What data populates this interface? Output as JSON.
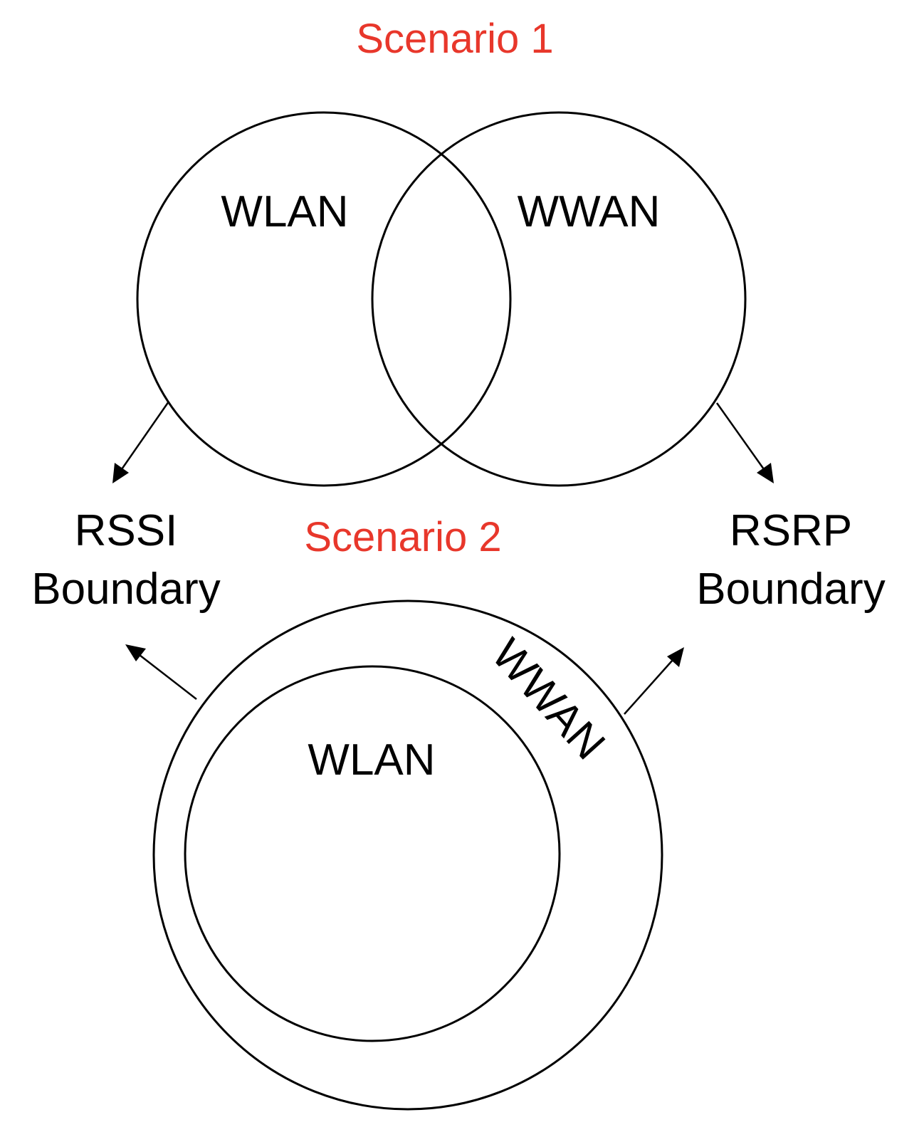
{
  "colors": {
    "scenario_title": "#e8372b",
    "stroke": "#000000",
    "text": "#000000",
    "background": "#ffffff"
  },
  "scenario1": {
    "title": "Scenario 1",
    "wlan_label": "WLAN",
    "wwan_label": "WWAN"
  },
  "scenario2": {
    "title": "Scenario 2",
    "wlan_label": "WLAN",
    "wwan_label": "WWAN"
  },
  "boundaries": {
    "rssi": {
      "line1": "RSSI",
      "line2": "Boundary"
    },
    "rsrp": {
      "line1": "RSRP",
      "line2": "Boundary"
    }
  }
}
